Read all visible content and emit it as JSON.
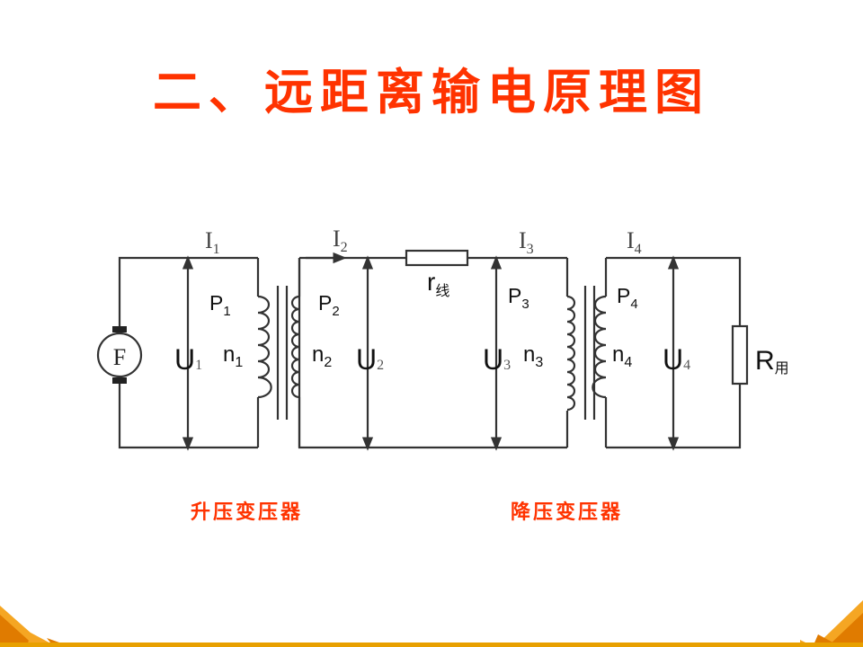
{
  "title": "二、远距离输电原理图",
  "captions": {
    "step_up": "升压变压器",
    "step_down": "降压变压器"
  },
  "generator_label": "F",
  "currents": [
    {
      "base": "I",
      "sub": "1"
    },
    {
      "base": "I",
      "sub": "2"
    },
    {
      "base": "I",
      "sub": "3"
    },
    {
      "base": "I",
      "sub": "4"
    }
  ],
  "powers": [
    {
      "base": "P",
      "sub": "1"
    },
    {
      "base": "P",
      "sub": "2"
    },
    {
      "base": "P",
      "sub": "3"
    },
    {
      "base": "P",
      "sub": "4"
    }
  ],
  "voltages": [
    {
      "base": "U",
      "sub": "1"
    },
    {
      "base": "U",
      "sub": "2"
    },
    {
      "base": "U",
      "sub": "3"
    },
    {
      "base": "U",
      "sub": "4"
    }
  ],
  "turns": [
    {
      "base": "n",
      "sub": "1"
    },
    {
      "base": "n",
      "sub": "2"
    },
    {
      "base": "n",
      "sub": "3"
    },
    {
      "base": "n",
      "sub": "4"
    }
  ],
  "line_resistor": {
    "base": "r",
    "sub": "线"
  },
  "load_resistor": {
    "base": "R",
    "sub": "用"
  },
  "colors": {
    "title": "#ff3300",
    "wire": "#333333",
    "corner_orange": "#f08a00",
    "corner_dark": "#c86400",
    "bottom_bar": "#e8a000"
  }
}
